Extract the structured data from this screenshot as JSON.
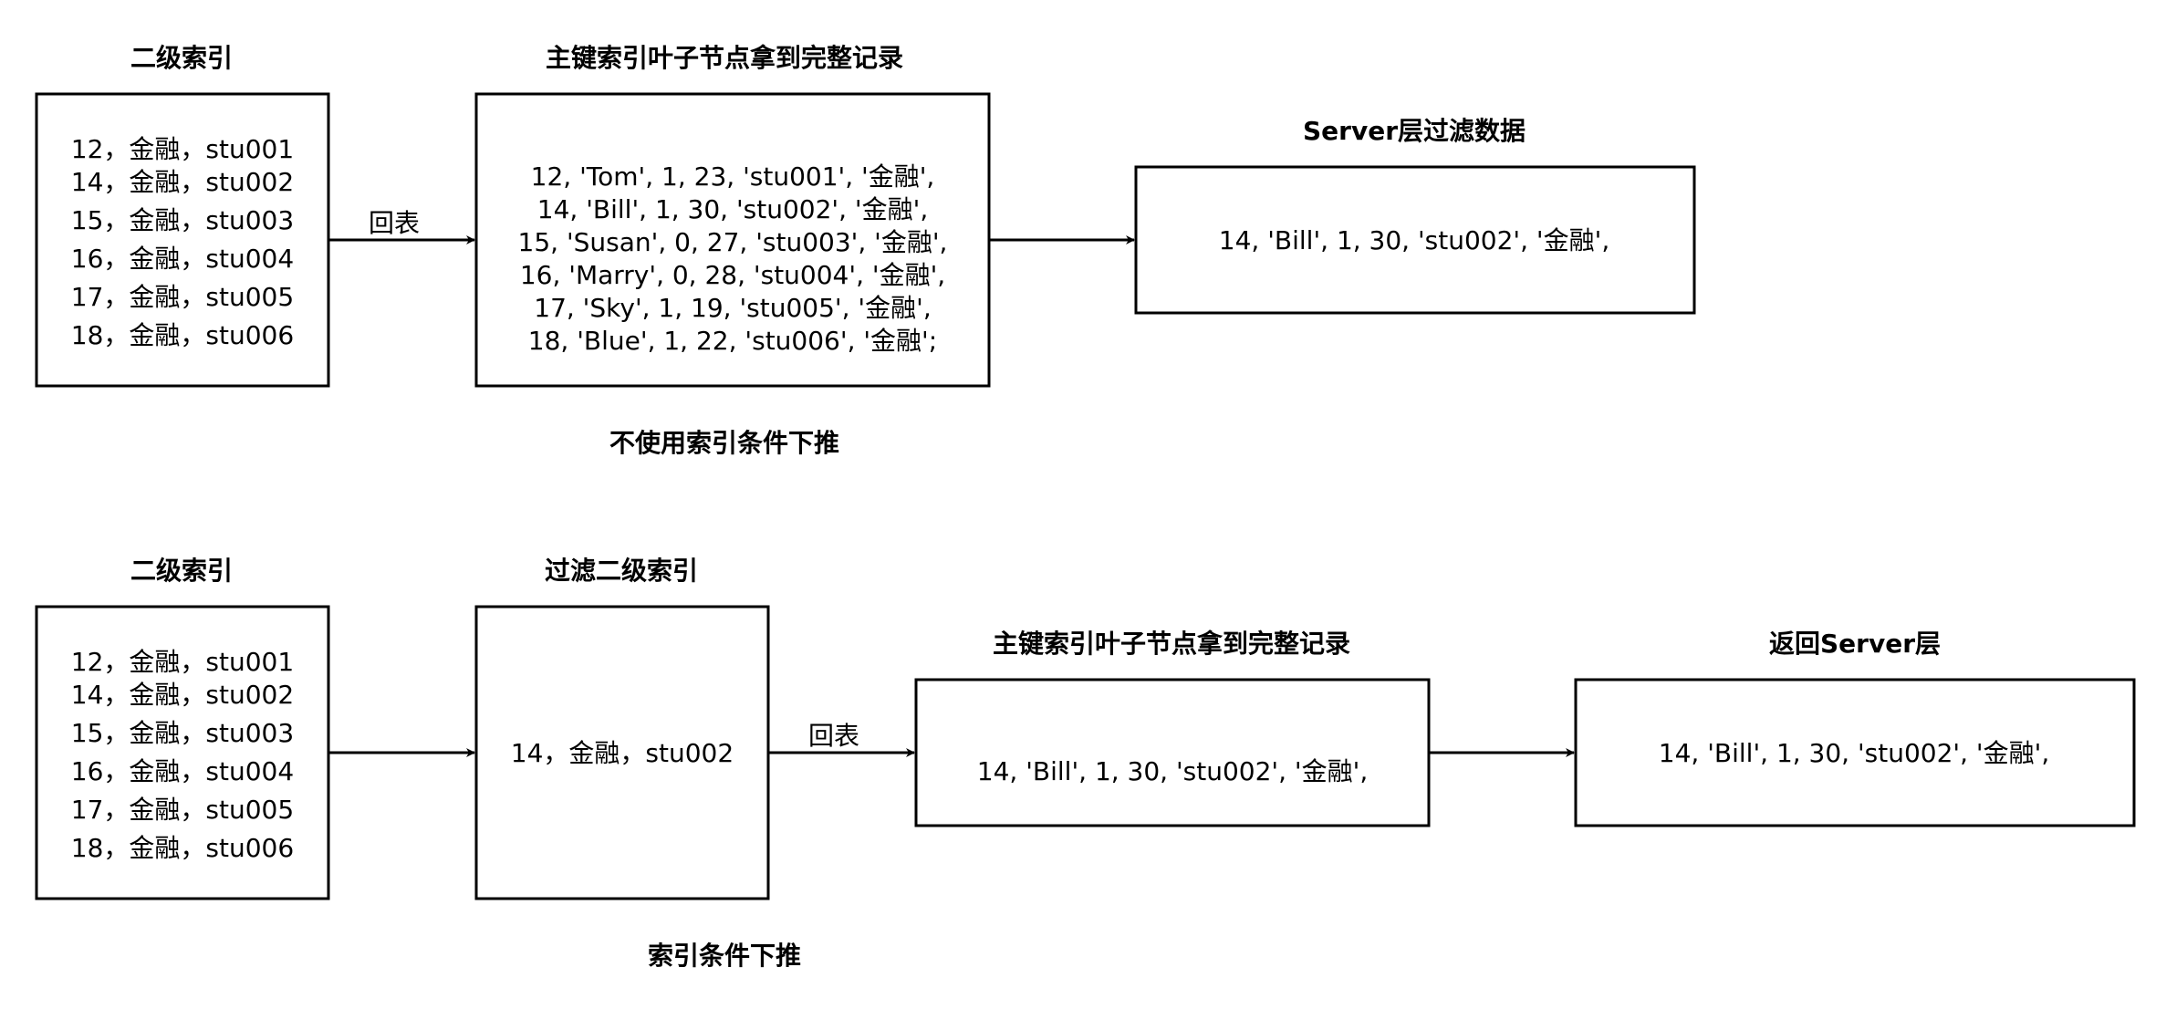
{
  "top_flow": {
    "secondary_index": {
      "title": "二级索引",
      "rows": [
        "12，金融，stu001",
        "14，金融，stu002",
        "15，金融，stu003",
        "16，金融，stu004",
        "17，金融，stu005",
        "18，金融，stu006"
      ]
    },
    "arrow_label": "回表",
    "primary_leaf": {
      "title": "主键索引叶子节点拿到完整记录",
      "rows": [
        "12, 'Tom', 1, 23, 'stu001', '金融',",
        "14, 'Bill', 1, 30, 'stu002', '金融',",
        "15, 'Susan', 0, 27, 'stu003', '金融',",
        "16, 'Marry', 0, 28, 'stu004', '金融',",
        "17, 'Sky', 1, 19, 'stu005', '金融',",
        "18, 'Blue', 1, 22, 'stu006', '金融';"
      ]
    },
    "server_filter": {
      "title": "Server层过滤数据",
      "row": "14, 'Bill', 1, 30, 'stu002', '金融',"
    },
    "caption": "不使用索引条件下推"
  },
  "bottom_flow": {
    "secondary_index": {
      "title": "二级索引",
      "rows": [
        "12，金融，stu001",
        "14，金融，stu002",
        "15，金融，stu003",
        "16，金融，stu004",
        "17，金融，stu005",
        "18，金融，stu006"
      ]
    },
    "filter_index": {
      "title": "过滤二级索引",
      "row": "14，金融，stu002"
    },
    "arrow_label": "回表",
    "primary_leaf": {
      "title": "主键索引叶子节点拿到完整记录",
      "row": "14, 'Bill', 1, 30, 'stu002', '金融',"
    },
    "server_return": {
      "title": "返回Server层",
      "row": "14, 'Bill', 1, 30, 'stu002', '金融',"
    },
    "caption": "索引条件下推"
  }
}
